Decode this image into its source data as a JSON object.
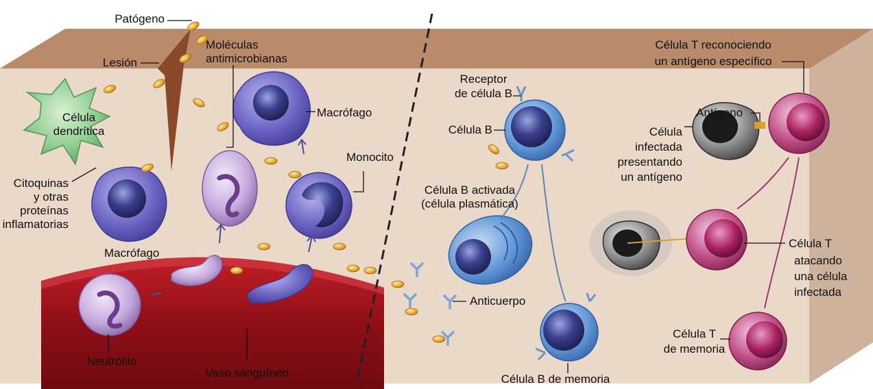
{
  "labels": {
    "patogeno": "Patógeno",
    "lesion": "Lesión",
    "moleculas_1": "Moléculas",
    "moleculas_2": "antimicrobianas",
    "celula_dendritica_1": "Célula",
    "celula_dendritica_2": "dendrítica",
    "citoquinas": [
      "Citoquinas",
      "y otras",
      "proteínas",
      "inflamatorias"
    ],
    "macrofago_top": "Macrófago",
    "macrofago_left": "Macrófago",
    "monocito": "Monocito",
    "neutrofilo": "Neutrófilo",
    "vaso": "Vaso sanguíneo",
    "receptor_1": "Receptor",
    "receptor_2": "de célula B",
    "celula_b": "Célula B",
    "b_activada_1": "Célula B activada",
    "b_activada_2": "(célula plasmática)",
    "anticuerpo": "Anticuerpo",
    "b_memoria": "Célula B de memoria",
    "t_reconoce_1": "Célula T reconociendo",
    "t_reconoce_2": "un antígeno específico",
    "antigeno": "Antígeno",
    "infectada": [
      "Célula",
      "infectada",
      "presentando",
      "un antígeno"
    ],
    "t_ataca": [
      "Célula T",
      "atacando",
      "una célula",
      "infectada"
    ],
    "t_memoria_1": "Célula T",
    "t_memoria_2": "de memoria"
  },
  "colors": {
    "tissue": "#ead8c8",
    "tissue_top": "#a97c5e",
    "vessel": "#a0151d",
    "macrophage": "#5a55b0",
    "bcell": "#4f86c9",
    "tcell": "#b43e78",
    "dendritic": "#8cc98e",
    "neutrophil": "#c9b0d9",
    "pathogen": "#e4a42c"
  }
}
